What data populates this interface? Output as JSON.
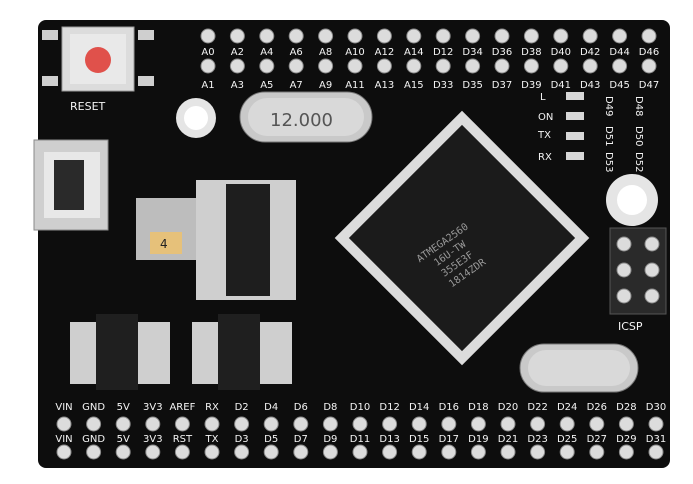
{
  "labels": {
    "top_row_1": [
      "A0",
      "A2",
      "A4",
      "A6",
      "A8",
      "A10",
      "A12",
      "A14",
      "D12",
      "D34",
      "D36",
      "D38",
      "D40",
      "D42",
      "D44",
      "D46"
    ],
    "top_row_2": [
      "A1",
      "A3",
      "A5",
      "A7",
      "A9",
      "A11",
      "A13",
      "A15",
      "D33",
      "D35",
      "D37",
      "D39",
      "D41",
      "D43",
      "D45",
      "D47"
    ],
    "bottom_row_1": [
      "VIN",
      "GND",
      "5V",
      "3V3",
      "AREF",
      "RX",
      "D2",
      "D4",
      "D6",
      "D8",
      "D10",
      "D12",
      "D14",
      "D16",
      "D18",
      "D20",
      "D22",
      "D24",
      "D26",
      "D28",
      "D30"
    ],
    "bottom_row_2": [
      "VIN",
      "GND",
      "5V",
      "3V3",
      "RST",
      "TX",
      "D3",
      "D5",
      "D7",
      "D9",
      "D11",
      "D13",
      "D15",
      "D17",
      "D19",
      "D21",
      "D23",
      "D25",
      "D27",
      "D29",
      "D31"
    ],
    "reset": "RESET",
    "icsp": "ICSP",
    "leds": [
      "L",
      "ON",
      "TX",
      "RX"
    ],
    "right_side": [
      "D49",
      "D48",
      "D51",
      "D50",
      "D53",
      "D52"
    ],
    "crystal_top": "12.000",
    "mcu_lines": [
      "ATMEGA2560",
      "16U-TW",
      "355E3F",
      "1814ZDR"
    ],
    "reg_num": "4"
  },
  "colors": {
    "board": "#0d0d0d",
    "silkscreen": "#f4f4f4",
    "button": "#e0514b",
    "chip": "#1b1b1b",
    "crystal": "#c9c9c9"
  }
}
